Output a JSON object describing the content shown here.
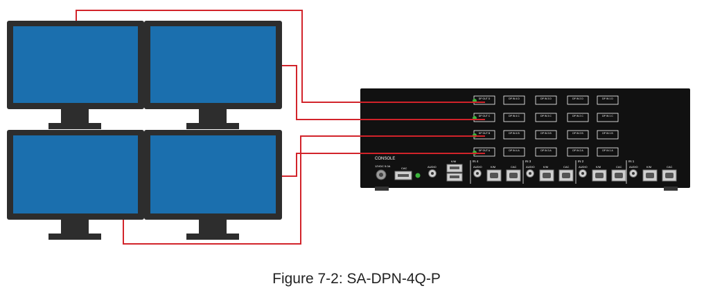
{
  "figure": {
    "caption": "Figure 7-2: SA-DPN-4Q-P"
  },
  "colors": {
    "cable": "#d2232a",
    "screen": "#1b6fae",
    "bezel": "#2d2d2d",
    "device": "#111111",
    "led": "#3cb43c"
  },
  "device": {
    "console_label": "CONSOLE",
    "power_label": "12VDC 5.0A",
    "cac_label": "CAC",
    "audio_label": "AUDIO",
    "km_label": "K/M",
    "port_rows": [
      [
        "DP OUT D",
        "DP IN 4 D",
        "DP IN 3 D",
        "DP IN 2 D",
        "DP IN 1 D"
      ],
      [
        "DP OUT C",
        "DP IN 4 C",
        "DP IN 3 C",
        "DP IN 2 C",
        "DP IN 1 C"
      ],
      [
        "DP OUT B",
        "DP IN 4 B",
        "DP IN 3 B",
        "DP IN 2 B",
        "DP IN 1 B"
      ],
      [
        "DP OUT A",
        "DP IN 4 A",
        "DP IN 3 A",
        "DP IN 2 A",
        "DP IN 1 A"
      ]
    ],
    "inputs": [
      {
        "label": "IN 4",
        "audio": "AUDIO",
        "km": "K/M",
        "cac": "CAC"
      },
      {
        "label": "IN 3",
        "audio": "AUDIO",
        "km": "K/M",
        "cac": "CAC"
      },
      {
        "label": "IN 2",
        "audio": "AUDIO",
        "km": "K/M",
        "cac": "CAC"
      },
      {
        "label": "IN 1",
        "audio": "AUDIO",
        "km": "K/M",
        "cac": "CAC"
      }
    ]
  }
}
